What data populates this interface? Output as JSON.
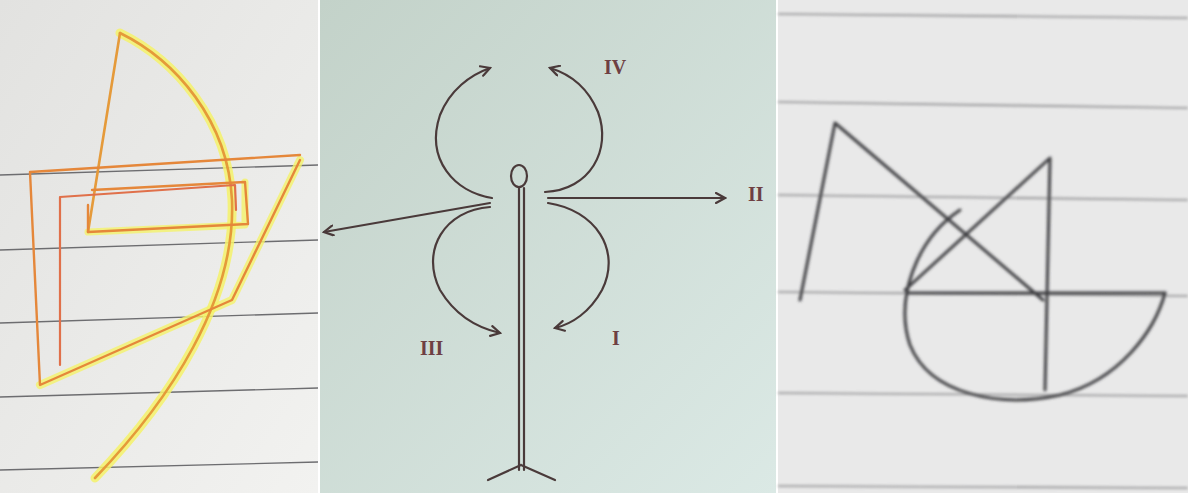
{
  "diagram": {
    "labels": [
      "IV",
      "II",
      "III",
      "I"
    ]
  }
}
